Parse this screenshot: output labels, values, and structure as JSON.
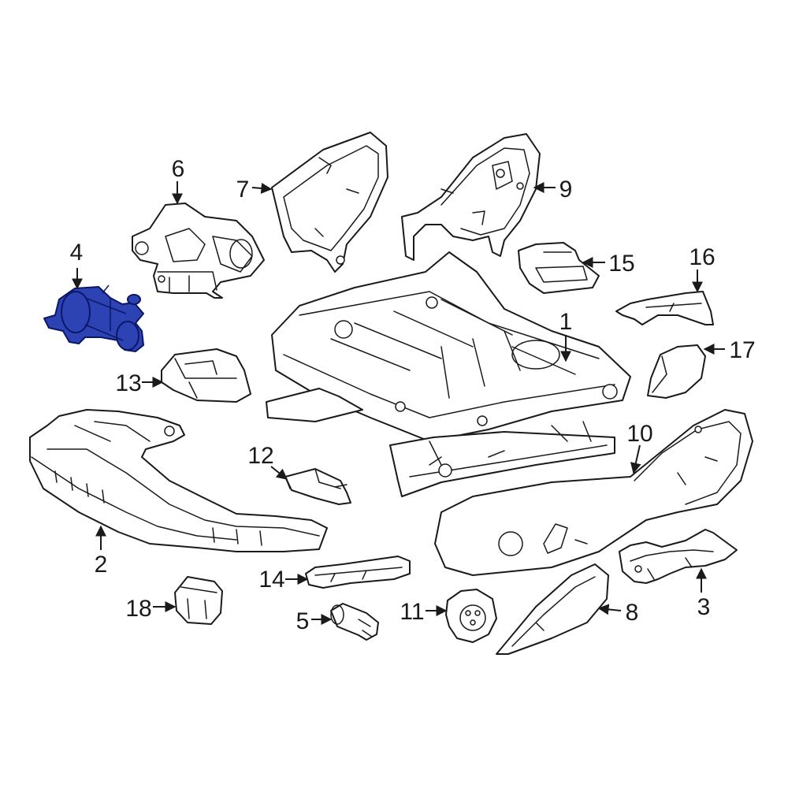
{
  "diagram": {
    "highlight_color": "#2d43b3",
    "line_color": "#1a1a1a",
    "callouts": [
      "1",
      "2",
      "3",
      "4",
      "5",
      "6",
      "7",
      "8",
      "9",
      "10",
      "11",
      "12",
      "13",
      "14",
      "15",
      "16",
      "17",
      "18"
    ],
    "highlighted_callout": "4"
  }
}
